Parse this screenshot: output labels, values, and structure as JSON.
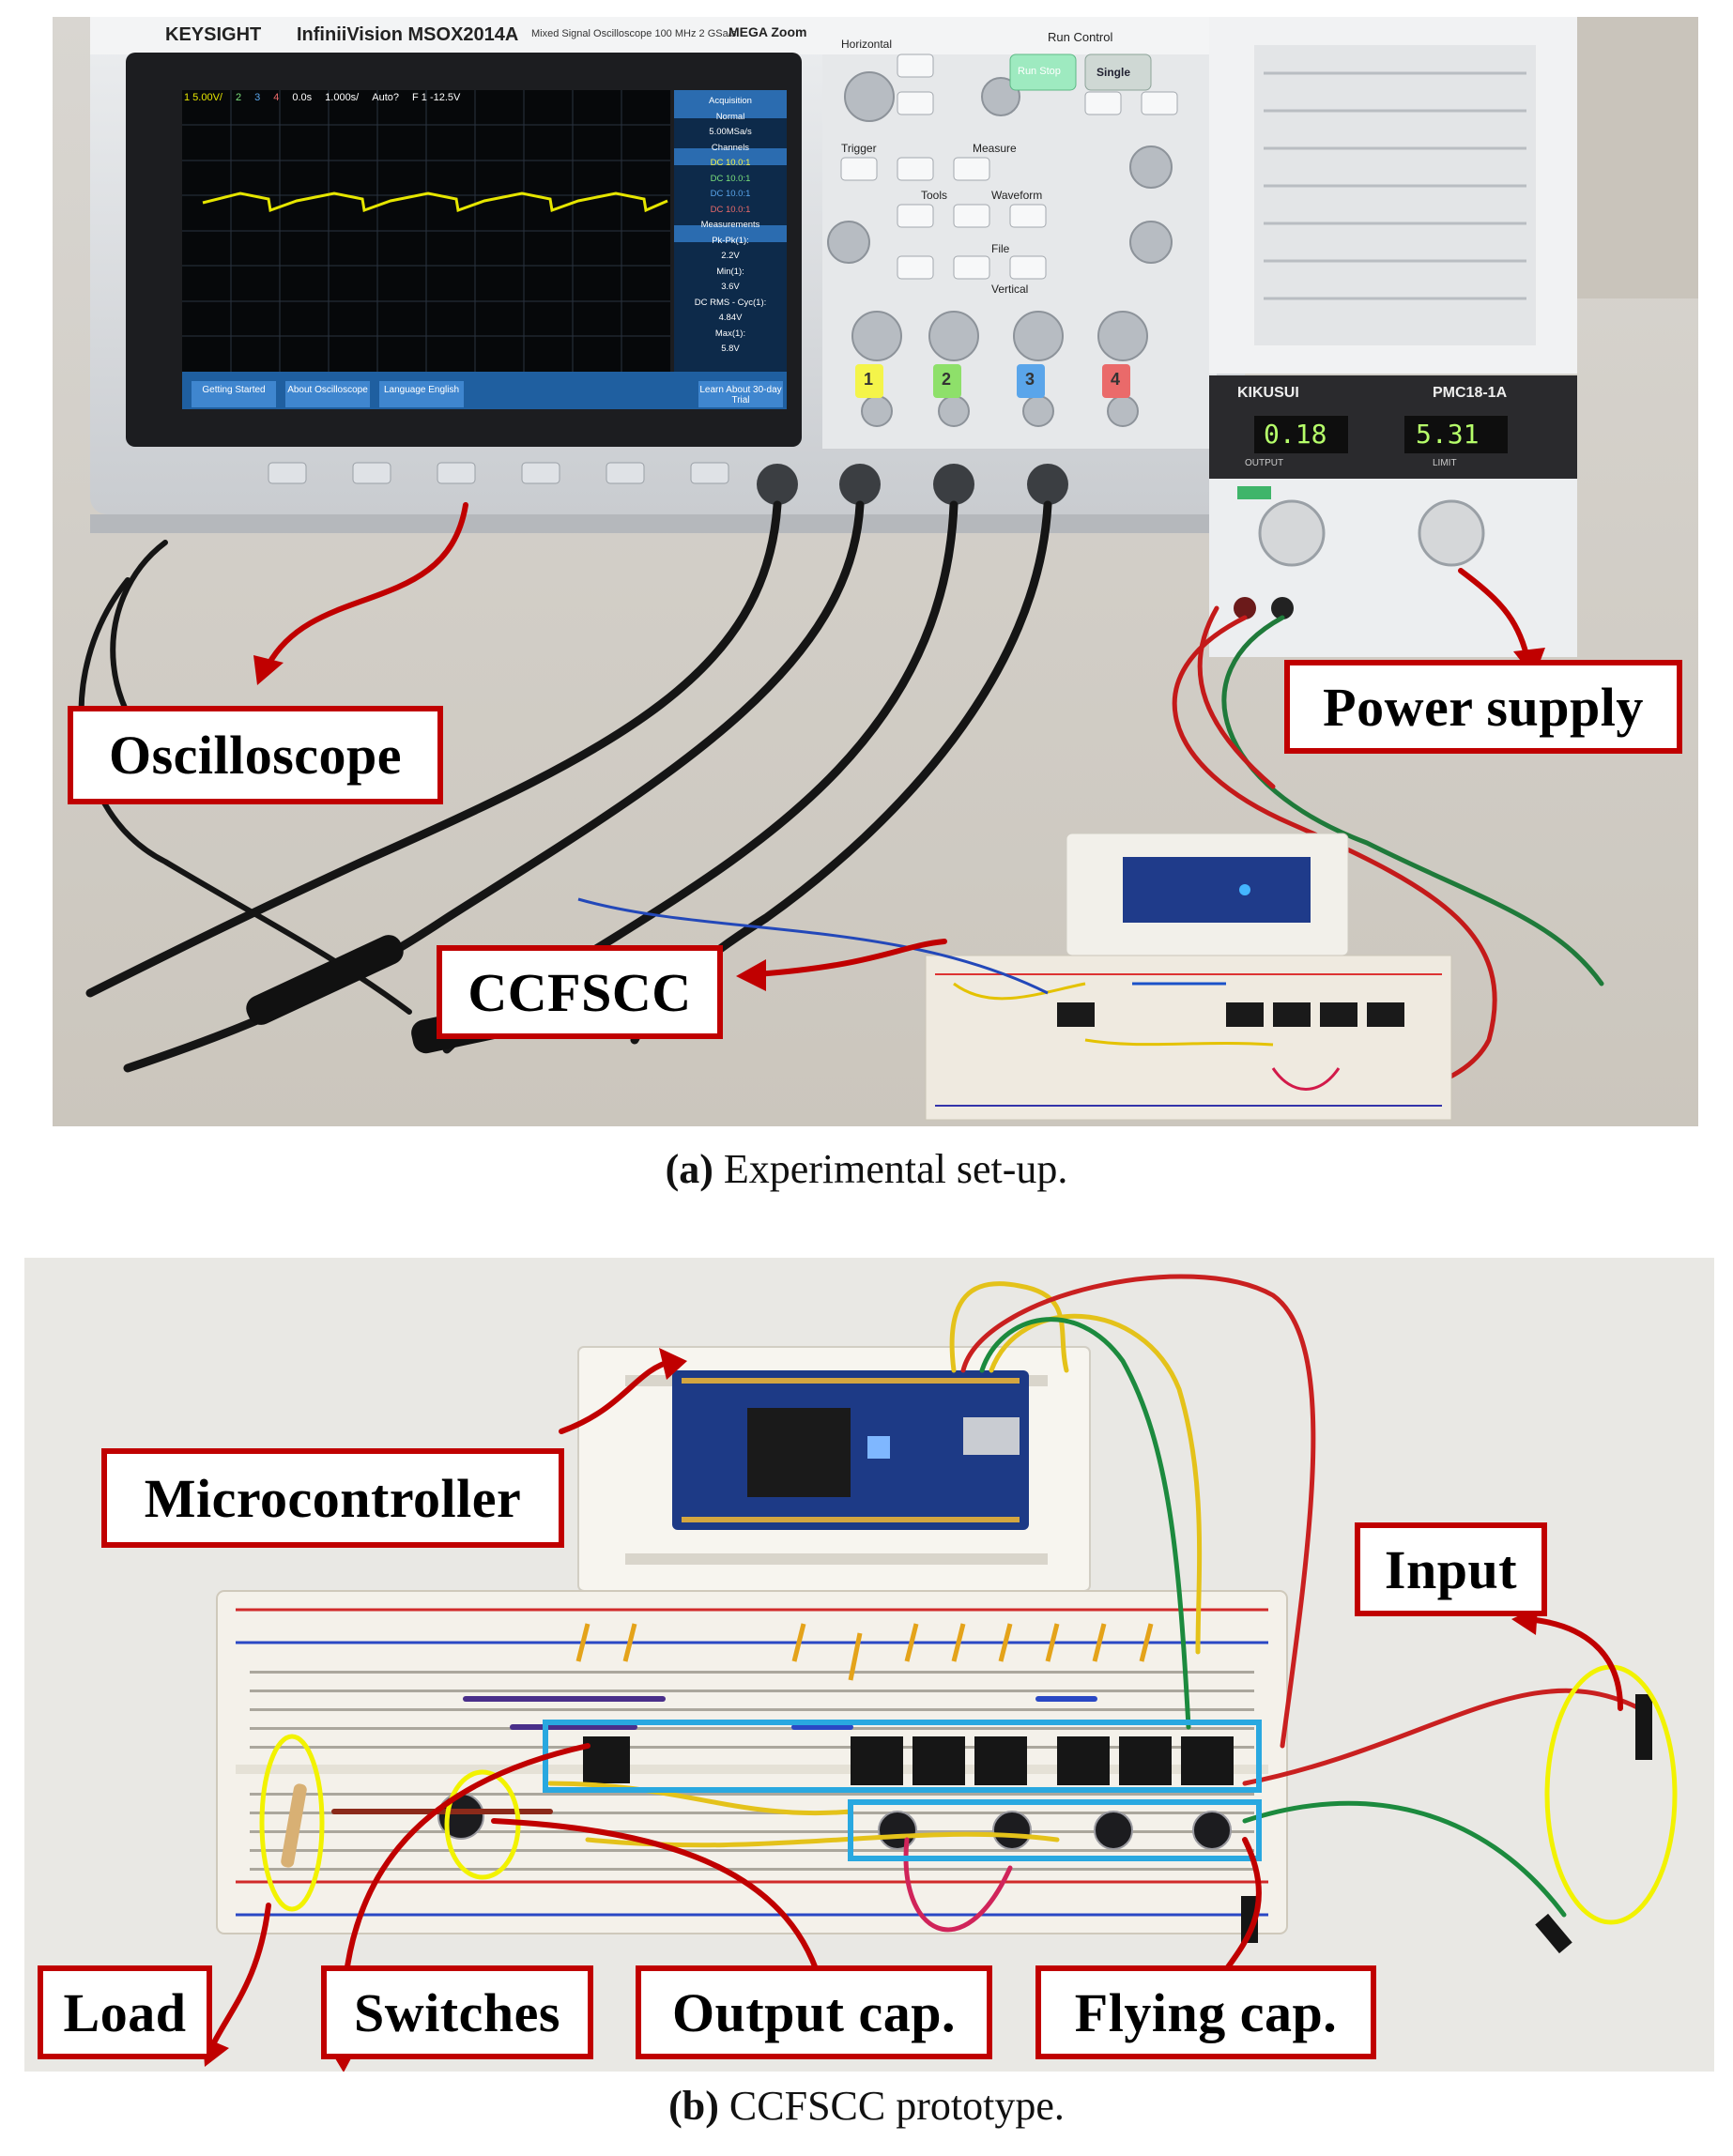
{
  "figure_a": {
    "caption_tag": "(a)",
    "caption_text": " Experimental set-up.",
    "labels": {
      "oscilloscope": "Oscilloscope",
      "power_supply": "Power supply",
      "ccfscc": "CCFSCC"
    },
    "scope": {
      "brand": "KEYSIGHT",
      "model": "InfiniiVision MSOX2014A",
      "model_sub": "Mixed Signal Oscilloscope  100 MHz  2 GSa/s",
      "megazoom": "MEGA Zoom",
      "run_control": "Run Control",
      "horizontal": "Horizontal",
      "vertical": "Vertical",
      "trigger": "Trigger",
      "measure": "Measure",
      "tools": "Tools",
      "waveform": "Waveform",
      "file": "File",
      "single": "Single",
      "run_stop": "Run Stop",
      "ch_buttons": [
        "1",
        "2",
        "3",
        "4"
      ],
      "screen_top": [
        "1  5.00V/",
        "2",
        "3",
        "4",
        "0.0s",
        "1.000s/",
        "Auto?",
        "F  1   -12.5V"
      ],
      "side_panel": [
        "Acquisition",
        "Normal",
        "5.00MSa/s",
        "Channels",
        "DC 10.0:1",
        "DC 10.0:1",
        "DC 10.0:1",
        "DC 10.0:1",
        "Measurements",
        "Pk-Pk(1):",
        "2.2V",
        "Min(1):",
        "3.6V",
        "DC RMS - Cyc(1):",
        "4.84V",
        "Max(1):",
        "5.8V"
      ],
      "soft_keys": [
        "Getting Started",
        "About Oscilloscope",
        "Language English",
        "Learn About 30-day Trial"
      ]
    },
    "psu": {
      "brand": "KIKUSUI",
      "model": "PMC18-1A",
      "current": "0.18",
      "voltage": "5.31",
      "output": "OUTPUT",
      "limit": "LIMIT"
    }
  },
  "figure_b": {
    "caption_tag": "(b)",
    "caption_text": " CCFSCC prototype.",
    "labels": {
      "microcontroller": "Microcontroller",
      "input": "Input",
      "load": "Load",
      "switches": "Switches",
      "output_cap": "Output cap.",
      "flying_cap": "Flying cap."
    }
  },
  "colors": {
    "label_border": "#c00000",
    "arrow": "#c00000",
    "highlight_yellow": "#f2f200",
    "highlight_blue": "#29a8e0"
  }
}
